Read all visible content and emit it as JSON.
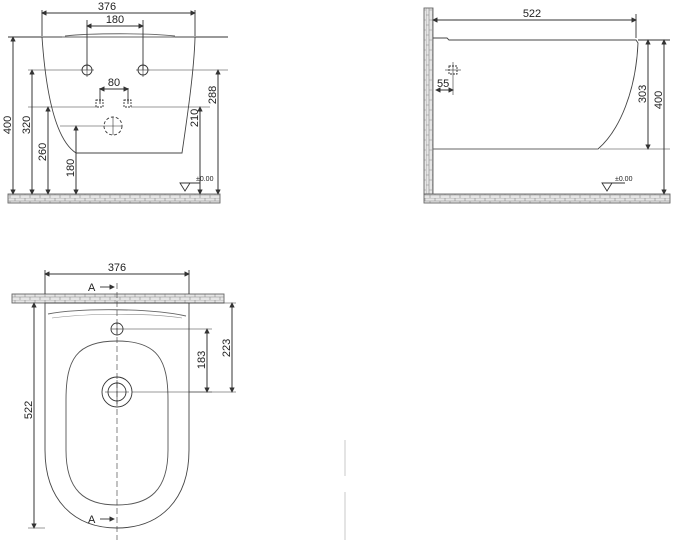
{
  "front_view": {
    "width": "376",
    "hole_spacing_top": "180",
    "hole_spacing_small": "80",
    "height_total": "400",
    "height_320": "320",
    "height_260": "260",
    "height_180": "180",
    "height_288": "288",
    "height_210": "210",
    "floor_level": "±0.00"
  },
  "side_view": {
    "length": "522",
    "offset": "55",
    "height_303": "303",
    "height_total": "400",
    "floor_level": "±0.00"
  },
  "top_view": {
    "width": "376",
    "length": "522",
    "dim_183": "183",
    "dim_223": "223",
    "section_label_top": "A",
    "section_label_bottom": "A"
  },
  "colors": {
    "line": "#333333",
    "hatch": "#888888",
    "wall_fill": "#dddddd"
  }
}
